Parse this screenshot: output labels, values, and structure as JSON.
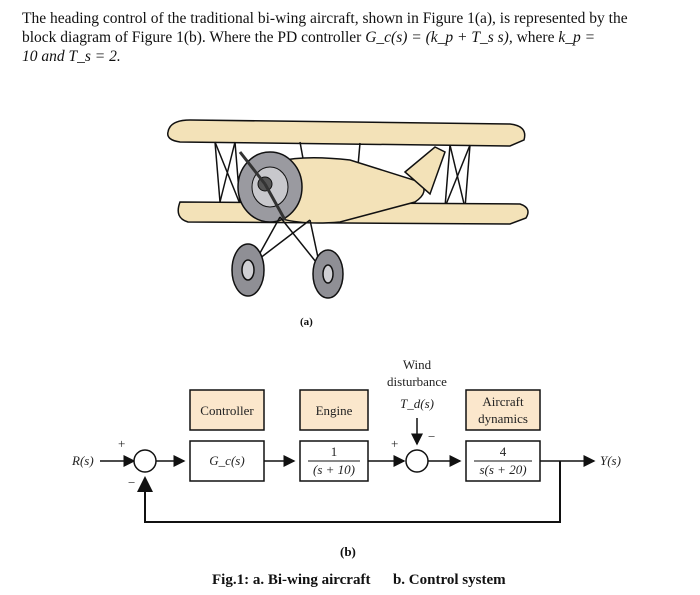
{
  "problem": {
    "line1": "The heading control of the traditional bi-wing aircraft, shown in Figure 1(a), is represented by the",
    "line2_a": "block diagram of Figure 1(b). Where the PD controller",
    "line2_eq": "G_c(s) = (k_p + T_s s),",
    "line2_b": "where",
    "line2_kp": "k_p =",
    "line3": "10 and T_s = 2."
  },
  "figure_a_label": "(a)",
  "figure_b_label": "(b)",
  "block_diagram": {
    "input_label": "R(s)",
    "output_label": "Y(s)",
    "controller_title": "Controller",
    "controller_tf": "G_c(s)",
    "engine_title": "Engine",
    "engine_num": "1",
    "engine_den": "(s + 10)",
    "disturbance_line1": "Wind",
    "disturbance_line2": "disturbance",
    "disturbance_symbol": "T_d(s)",
    "aircraft_title_1": "Aircraft",
    "aircraft_title_2": "dynamics",
    "aircraft_num": "4",
    "aircraft_den": "s(s + 20)",
    "sum1_plus": "+",
    "sum1_minus": "−",
    "sum2_plus": "+",
    "sum2_minus": "−"
  },
  "caption": {
    "part_a": "Fig.1: a. Bi-wing aircraft",
    "part_b": "b. Control system"
  },
  "colors": {
    "block_fill": "#fbe7cc",
    "wing_fill": "#f3e2b8",
    "line": "#111111"
  }
}
